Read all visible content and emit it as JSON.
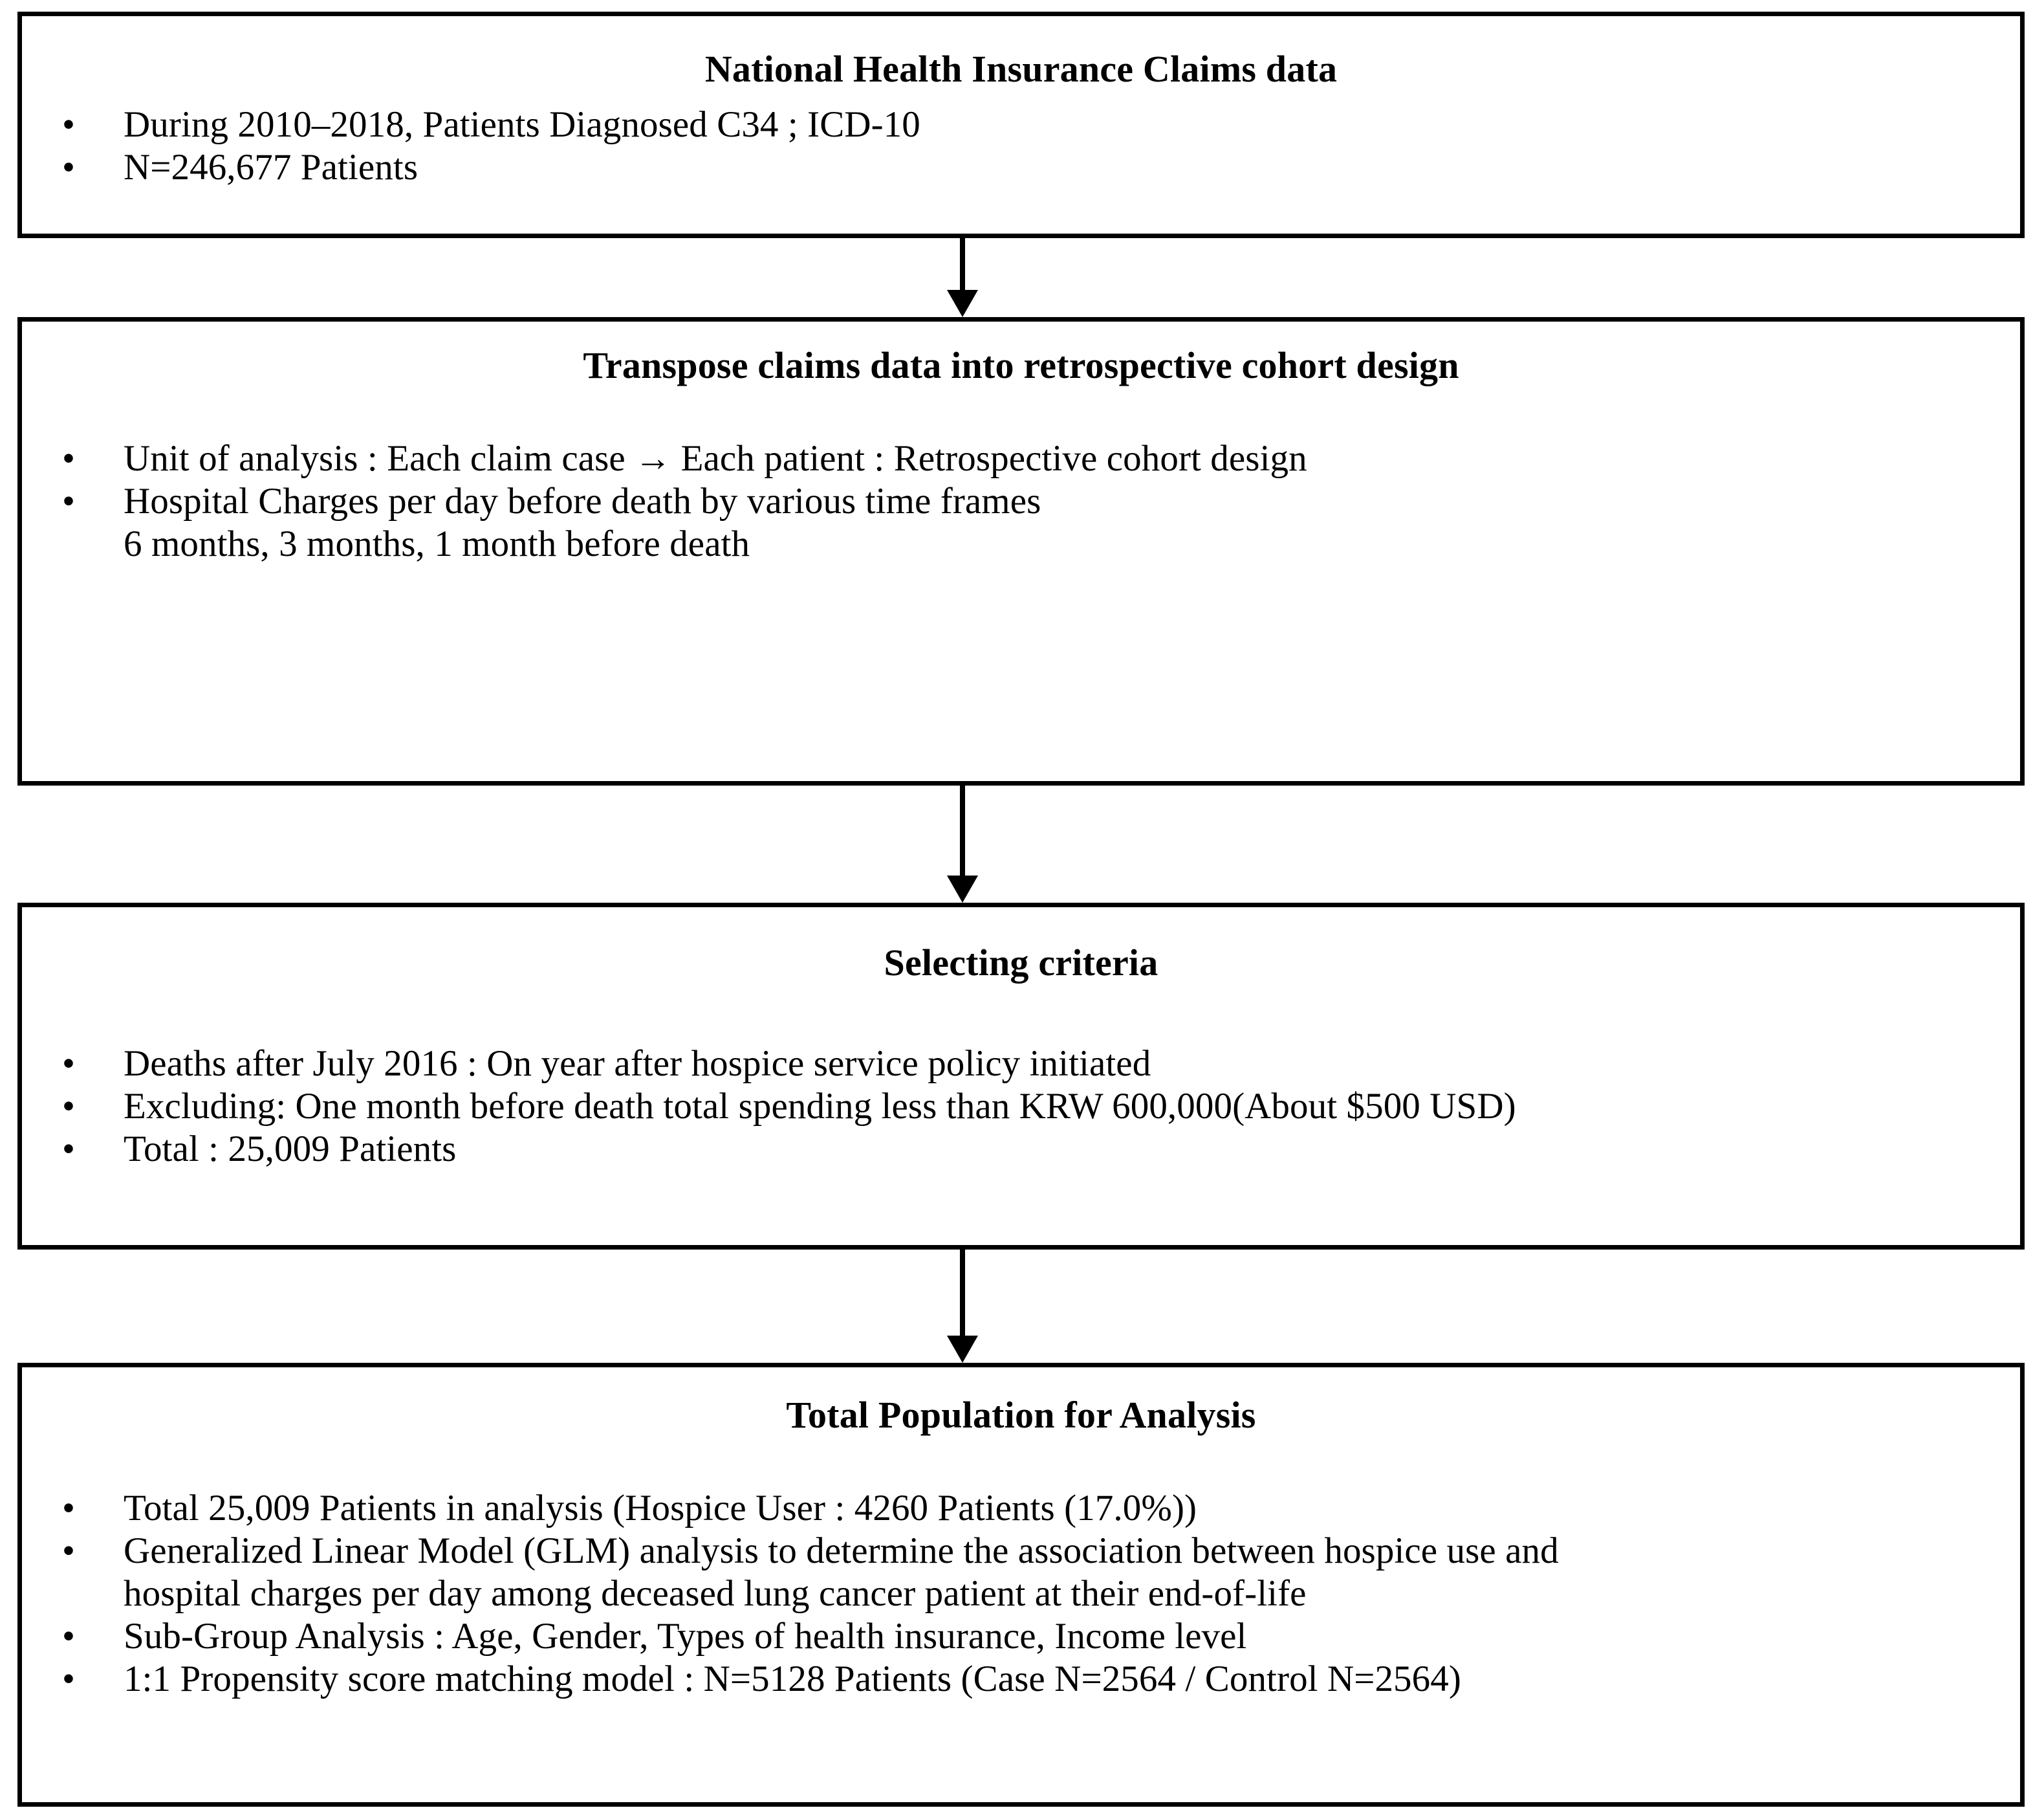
{
  "diagram": {
    "type": "study-flow-chart",
    "bullet_glyph": "•",
    "arrow_glyph": "→",
    "boxes": [
      {
        "id": "box-1",
        "title": "National Health Insurance Claims data",
        "bullets": [
          {
            "text": "During 2010–2018, Patients Diagnosed C34 ; ICD-10"
          },
          {
            "text": "N=246,677 Patients"
          }
        ]
      },
      {
        "id": "box-2",
        "title": "Transpose claims data into retrospective cohort design",
        "bullets": [
          {
            "text": "Unit of analysis : Each claim case → Each patient : Retrospective cohort design"
          },
          {
            "text": "Hospital Charges per day before death by various time frames",
            "subline": "6 months, 3 months, 1 month before death"
          }
        ]
      },
      {
        "id": "box-3",
        "title": "Selecting criteria",
        "bullets": [
          {
            "text": "Deaths after July 2016 : On year after hospice service policy initiated"
          },
          {
            "text": "Excluding: One month before death total spending less than KRW 600,000(About $500 USD)"
          },
          {
            "text": "Total : 25,009 Patients"
          }
        ]
      },
      {
        "id": "box-4",
        "title": "Total Population for Analysis",
        "bullets": [
          {
            "text": "Total 25,009 Patients in analysis (Hospice User : 4260 Patients (17.0%))"
          },
          {
            "text": "Generalized Linear Model (GLM) analysis to determine the association between hospice use and",
            "subline": "hospital charges per day among deceased lung cancer patient at their end-of-life"
          },
          {
            "text": "Sub-Group Analysis : Age, Gender, Types of health insurance, Income level"
          },
          {
            "text": "1:1 Propensity score matching model : N=5128 Patients (Case N=2564 / Control N=2564)"
          }
        ]
      }
    ],
    "connectors": [
      {
        "id": "arrow-1",
        "from": "box-1",
        "to": "box-2",
        "direction": "down"
      },
      {
        "id": "arrow-2",
        "from": "box-2",
        "to": "box-3",
        "direction": "down"
      },
      {
        "id": "arrow-3",
        "from": "box-3",
        "to": "box-4",
        "direction": "down"
      }
    ],
    "colors": {
      "border": "#000000",
      "text": "#000000",
      "background": "#ffffff"
    }
  }
}
